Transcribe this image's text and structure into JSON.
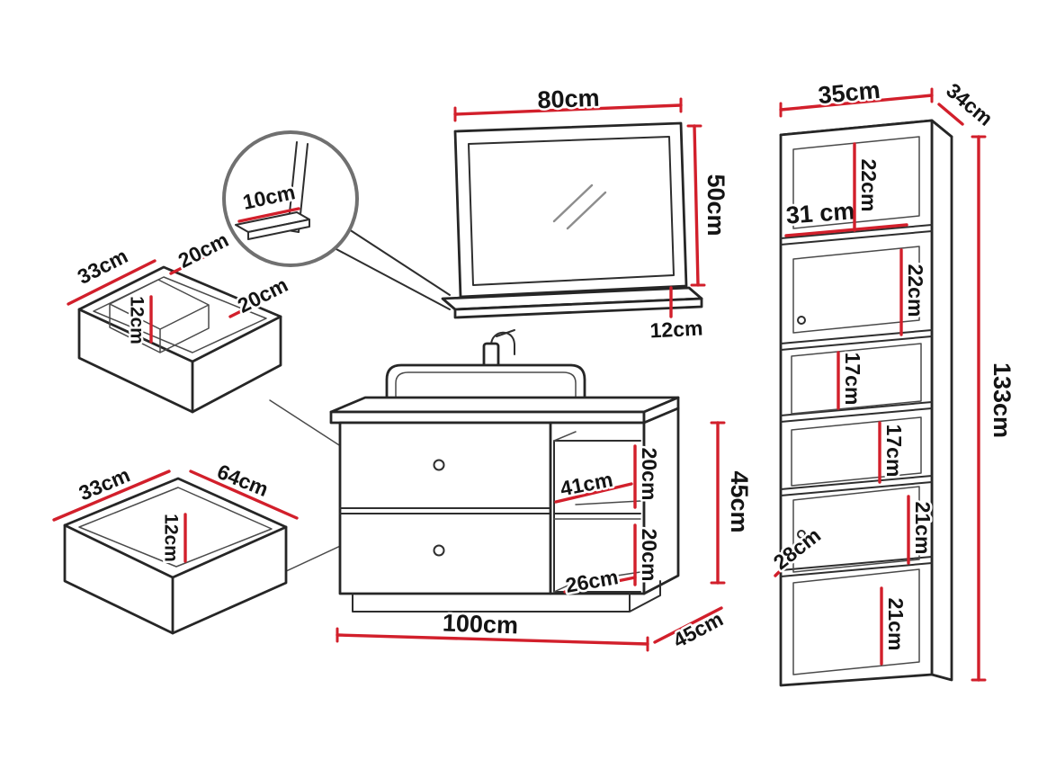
{
  "diagram": {
    "units": "cm",
    "mirror": {
      "width": "80cm",
      "height": "50cm",
      "shelf_depth": "12cm"
    },
    "mirror_detail": {
      "shelf_thickness": "10cm"
    },
    "organizer_drawer": {
      "depth": "33cm",
      "compartment_left": "20cm",
      "compartment_right": "20cm",
      "inner_height": "12cm"
    },
    "wide_drawer": {
      "depth": "33cm",
      "width": "64cm",
      "inner_height": "12cm"
    },
    "vanity": {
      "width": "100cm",
      "height": "45cm",
      "depth": "45cm",
      "niche_width": "41cm",
      "niche_upper_height": "20cm",
      "niche_lower_height": "20cm",
      "niche_floor_depth": "26cm"
    },
    "tall_cabinet": {
      "width": "35cm",
      "depth": "34cm",
      "height": "133cm",
      "interior_width": "31 cm",
      "section1": "22cm",
      "section2": "22cm",
      "section3": "17cm",
      "section4": "17cm",
      "section5": "21cm",
      "section6": "21cm",
      "door_depth": "28cm"
    }
  }
}
